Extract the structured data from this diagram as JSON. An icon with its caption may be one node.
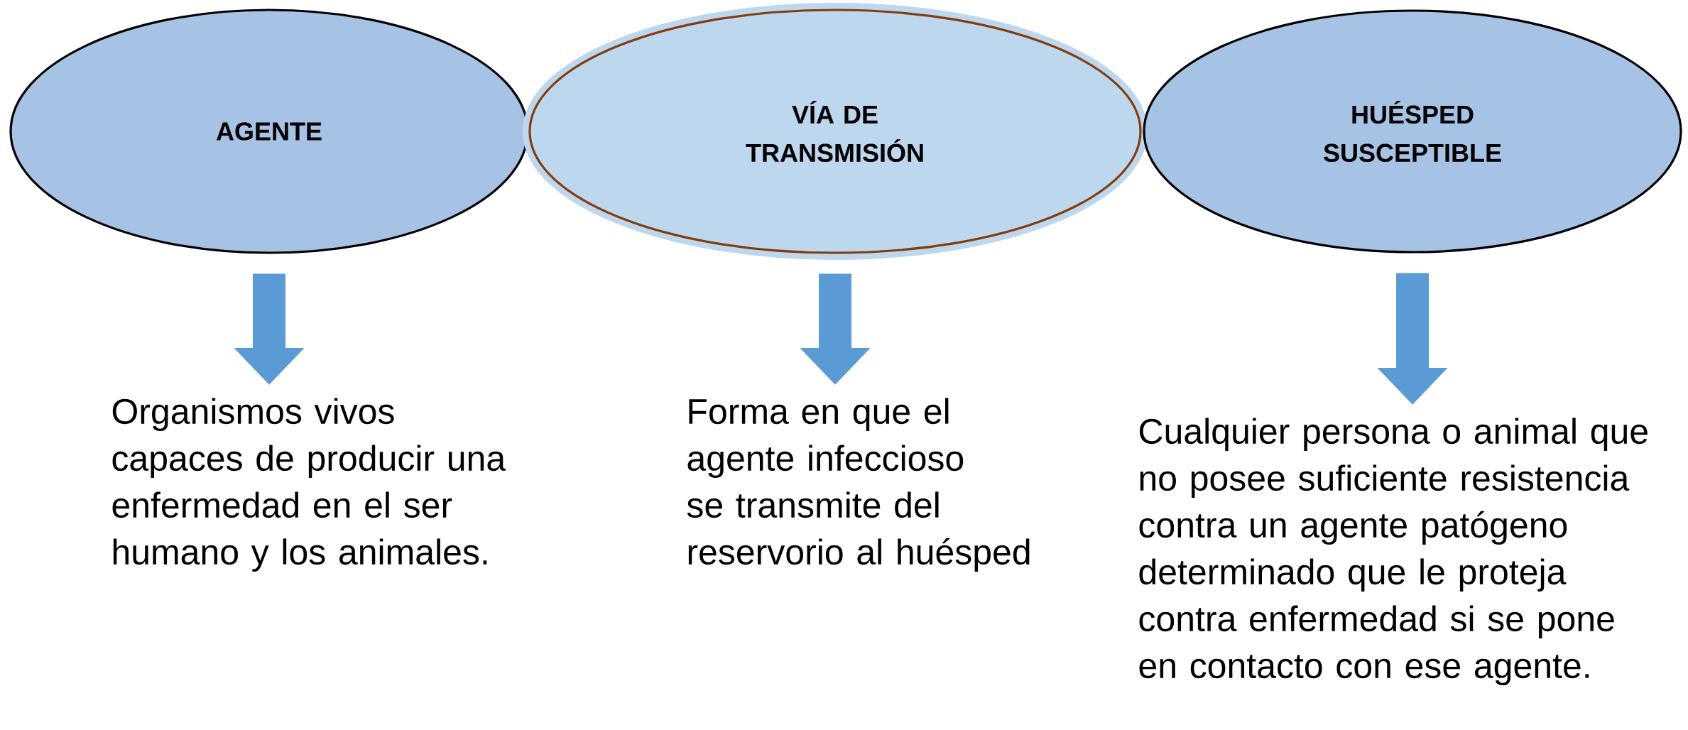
{
  "diagram": {
    "nodes": [
      {
        "text": [
          "AGENTE"
        ]
      },
      {
        "text": [
          "VÍA DE TRANSMISIÓN"
        ]
      },
      {
        "text": [
          "HUÉSPED SUSCEPTIBLE"
        ]
      },
      {
        "text": [
          "Organismos vivos capaces de producir una enfermedad en el ser humano y los animales."
        ]
      },
      {
        "text": [
          "Forma en que el agente infeccioso se transmite del reservorio al huésped"
        ]
      },
      {
        "text": [
          "Cualquier persona o animal que no posee suficiente resistencia contra un agente patógeno determinado que le proteja contra enfermedad si se pone en contacto con ese agente."
        ]
      }
    ],
    "edges": [
      {
        "from": 0,
        "to": 3,
        "arrow": "to"
      },
      {
        "from": 1,
        "to": 4,
        "arrow": "to"
      },
      {
        "from": 2,
        "to": 5,
        "arrow": "to"
      }
    ]
  }
}
